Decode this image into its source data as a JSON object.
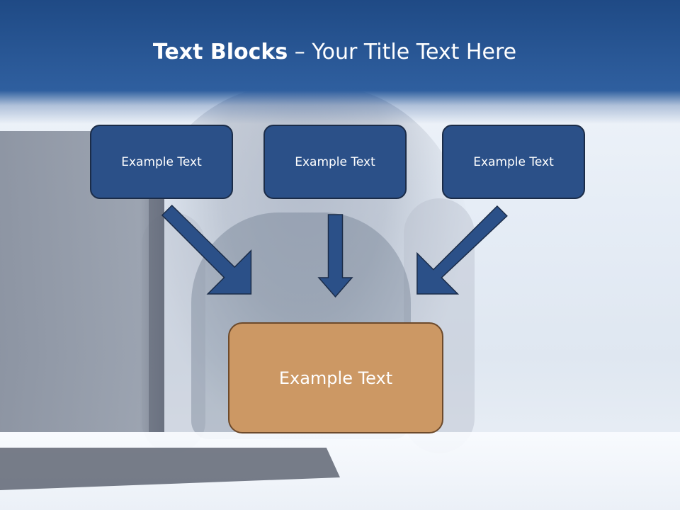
{
  "slide": {
    "title_bold": "Text Blocks",
    "title_separator": " – ",
    "title_rest": "Your Title Text Here"
  },
  "blocks": [
    {
      "label": "Example Text"
    },
    {
      "label": "Example Text"
    },
    {
      "label": "Example Text"
    }
  ],
  "center_block": {
    "label": "Example Text"
  },
  "colors": {
    "header": "#2b5a99",
    "block_fill": "#2b5088",
    "block_border": "#1b2c48",
    "center_fill": "#cc9864",
    "center_border": "#6d4a2b",
    "arrow_fill": "#2b5088"
  }
}
